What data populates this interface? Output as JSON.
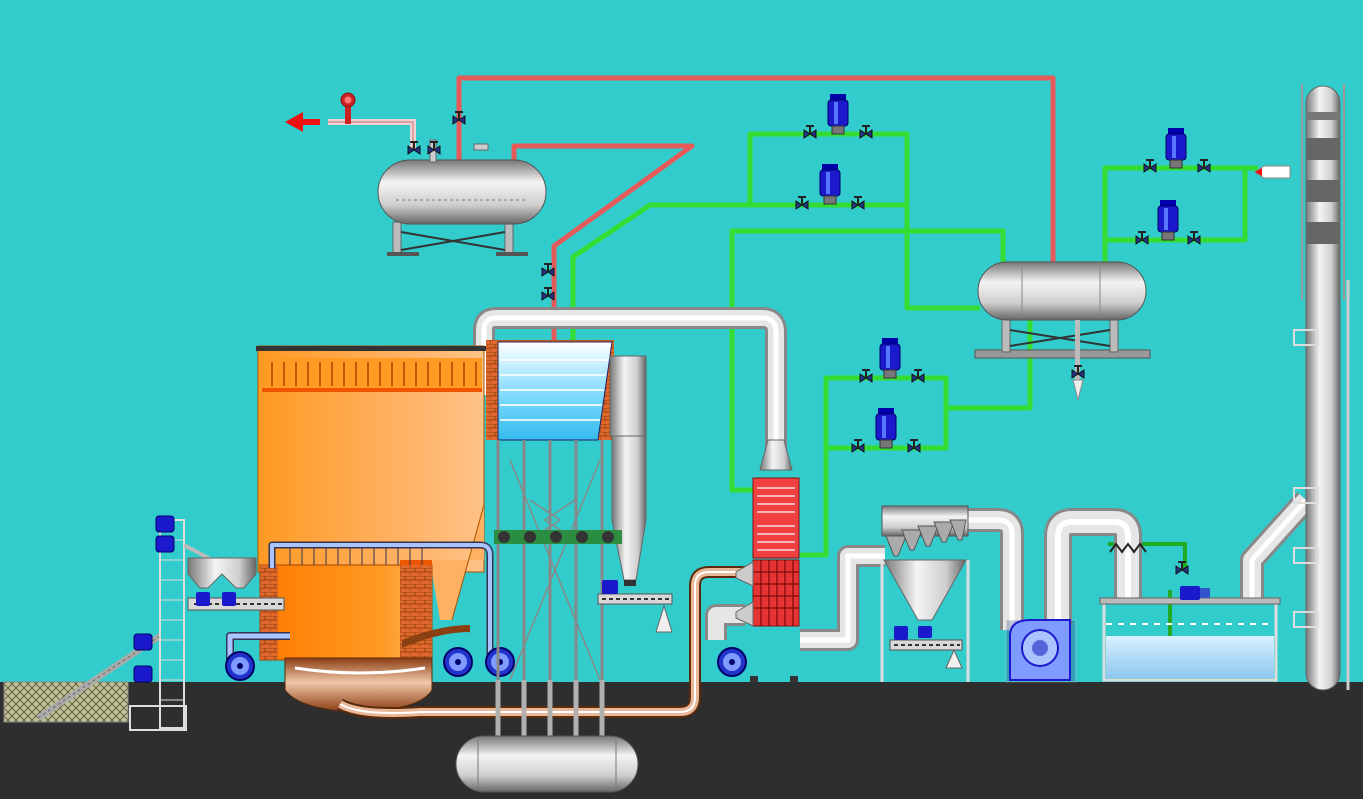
{
  "screen": {
    "title": "",
    "text_labels": []
  },
  "colors": {
    "background": "#33cccc",
    "ground": "#2e2e2e",
    "steam_pipe": "#e65a5a",
    "water_pipe": "#33dd33",
    "flue_duct": "#c8c8c8",
    "furnace_body": "#ffaa44",
    "furnace_hot": "#ff8800",
    "air_pipe": "#8fb3ff",
    "pump_motor": "#1a1acc",
    "heat_exchanger": "#e63333",
    "wet_scrubber_water": "#aee0ff"
  },
  "equipment": {
    "steam_drum": "steam-drum",
    "deaerator": "deaerator-tank",
    "furnace": "boiler-furnace",
    "superheater": "superheater-coil",
    "cyclone": "cyclone-separator",
    "economizer": "economizer",
    "bag_filter": "bag-filter",
    "induced_draft_fan": "id-fan",
    "desulfurization_tower": "desulfurization-tower",
    "chimney": "chimney-stack",
    "slag_tank": "slag-tank",
    "coal_feeder": "coal-bucket-elevator",
    "coal_yard": "coal-yard"
  },
  "icons": {
    "steam_outlet_arrow": "arrow-left-icon",
    "chimney_arrow": "arrow-left-icon",
    "pressure_gauge": "pressure-gauge-icon",
    "pump": "pump-icon",
    "valve": "valve-icon",
    "fan": "fan-icon"
  }
}
